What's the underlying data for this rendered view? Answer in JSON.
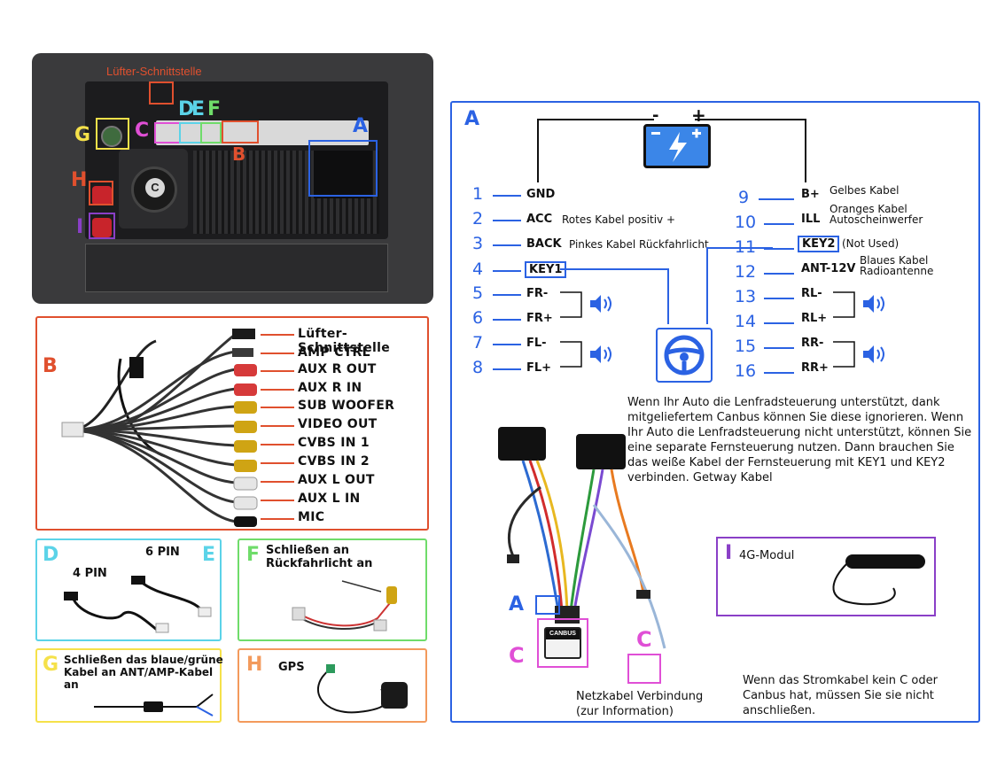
{
  "colors": {
    "panel_a": "#2b62e3",
    "panel_b": "#e0502e",
    "panel_de": "#5bd3e8",
    "panel_f": "#6fdc6a",
    "panel_g": "#f5e14a",
    "panel_h": "#f39a5c",
    "panel_i": "#8a3fc7",
    "tag_c": "#e04fd6"
  },
  "head_unit": {
    "fan_label": "Lüfter-Schnittstelle",
    "tags": {
      "d": "D",
      "e": "E",
      "f": "F",
      "g": "G",
      "c": "C",
      "b": "B",
      "a": "A",
      "h": "H",
      "i": "I"
    },
    "knob_text": "C"
  },
  "panel_b": {
    "tag": "B",
    "cables": [
      "Lüfter-Schnittstelle",
      "AMP CTRL",
      "AUX R OUT",
      "AUX R IN",
      "SUB WOOFER",
      "VIDEO OUT",
      "CVBS IN 1",
      "CVBS IN 2",
      "AUX L OUT",
      "AUX L IN",
      "MIC"
    ]
  },
  "panel_de": {
    "tag_d": "D",
    "tag_e": "E",
    "pin4": "4 PIN",
    "pin6": "6 PIN"
  },
  "panel_f": {
    "tag": "F",
    "text": "Schließen an Rückfahrlicht an"
  },
  "panel_g": {
    "tag": "G",
    "text": "Schließen das blaue/grüne Kabel an ANT/AMP-Kabel an"
  },
  "panel_h": {
    "tag": "H",
    "text": "GPS"
  },
  "panel_a": {
    "tag": "A",
    "battery_minus": "-",
    "battery_plus": "+",
    "left_pins": [
      {
        "num": "1",
        "name": "GND",
        "desc": ""
      },
      {
        "num": "2",
        "name": "ACC",
        "desc": "Rotes Kabel positiv +"
      },
      {
        "num": "3",
        "name": "BACK",
        "desc": "Pinkes Kabel Rückfahrlicht"
      },
      {
        "num": "4",
        "name": "KEY1",
        "desc": ""
      },
      {
        "num": "5",
        "name": "FR-",
        "desc": ""
      },
      {
        "num": "6",
        "name": "FR+",
        "desc": ""
      },
      {
        "num": "7",
        "name": "FL-",
        "desc": ""
      },
      {
        "num": "8",
        "name": "FL+",
        "desc": ""
      }
    ],
    "right_pins": [
      {
        "num": "9",
        "name": "B+",
        "desc": "Gelbes Kabel"
      },
      {
        "num": "10",
        "name": "ILL",
        "desc": "Oranges Kabel\nAutoscheinwerfer"
      },
      {
        "num": "11",
        "name": "KEY2",
        "desc": "(Not Used)"
      },
      {
        "num": "12",
        "name": "ANT-12V",
        "desc": "Blaues Kabel\nRadioantenne"
      },
      {
        "num": "13",
        "name": "RL-",
        "desc": ""
      },
      {
        "num": "14",
        "name": "RL+",
        "desc": ""
      },
      {
        "num": "15",
        "name": "RR-",
        "desc": ""
      },
      {
        "num": "16",
        "name": "RR+",
        "desc": ""
      }
    ],
    "steering_note": "Wenn Ihr Auto die Lenfradsteuerung unterstützt, dank mitgeliefertem Canbus können Sie diese ignorieren. Wenn Ihr Auto die Lenfradsteuerung nicht unterstützt, können Sie eine separate Fernsteuerung nutzen. Dann brauchen Sie das weiße Kabel der Fernsteuerung mit KEY1 und KEY2 verbinden. Getway Kabel",
    "harness_tag_a": "A",
    "harness_tag_c1": "C",
    "harness_tag_c2": "C",
    "canbus_label": "CANBUS",
    "module_tag": "I",
    "module_label": "4G-Modul",
    "net_note": "Netzkabel Verbindung (zur Information)",
    "power_note": "Wenn das Stromkabel kein C oder Canbus hat, müssen Sie sie nicht anschließen."
  }
}
